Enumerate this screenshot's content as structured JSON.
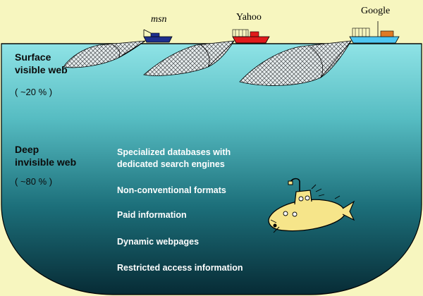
{
  "boats": {
    "msn": {
      "label": "msn",
      "color": "#1e2f8e"
    },
    "yahoo": {
      "label": "Yahoo",
      "color": "#e01b1b"
    },
    "google": {
      "label": "Google",
      "color": "#4ec7f2"
    }
  },
  "surface": {
    "title": "Surface",
    "subtitle": "visible web",
    "percent": "( ~20 % )"
  },
  "deep": {
    "title": "Deep",
    "subtitle": "invisible web",
    "percent": "( ~80 % )",
    "items": [
      {
        "line1": "Specialized databases with",
        "line2": "dedicated search engines"
      },
      {
        "line1": "Non-conventional formats"
      },
      {
        "line1": "Paid information"
      },
      {
        "line1": "Dynamic webpages"
      },
      {
        "line1": "Restricted access information"
      }
    ]
  },
  "colors": {
    "background": "#f7f6bf",
    "water_top": "#8fe3e6",
    "water_bottom": "#072b35",
    "submarine": "#f6e58a"
  }
}
